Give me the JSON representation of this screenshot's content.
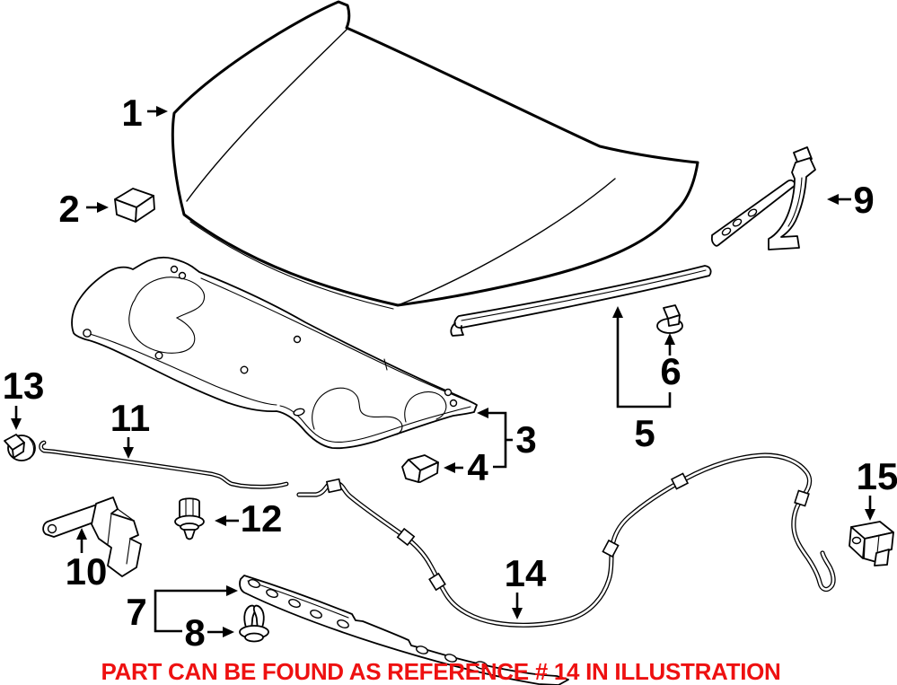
{
  "note": {
    "text": "PART CAN BE FOUND AS REFERENCE # 14 IN ILLUSTRATION",
    "color": "#ee1111"
  },
  "diagram": {
    "line_color": "#000000",
    "background": "#ffffff"
  },
  "callouts": [
    {
      "number": "1"
    },
    {
      "number": "2"
    },
    {
      "number": "3"
    },
    {
      "number": "4"
    },
    {
      "number": "5"
    },
    {
      "number": "6"
    },
    {
      "number": "7"
    },
    {
      "number": "8"
    },
    {
      "number": "9"
    },
    {
      "number": "10"
    },
    {
      "number": "11"
    },
    {
      "number": "12"
    },
    {
      "number": "13"
    },
    {
      "number": "14"
    },
    {
      "number": "15"
    }
  ]
}
